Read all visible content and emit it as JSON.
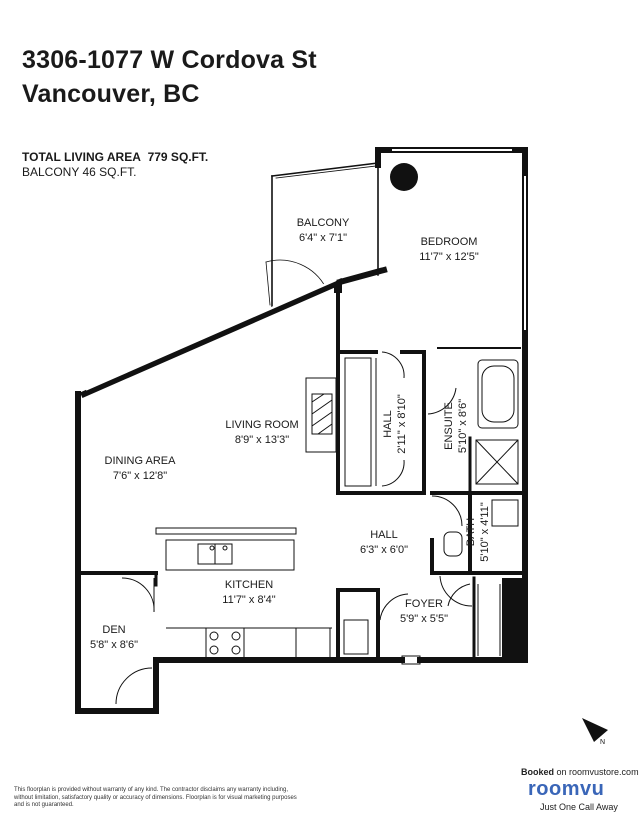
{
  "header": {
    "address_line1": "3306-1077 W Cordova St",
    "address_line2": "Vancouver, BC"
  },
  "areas": {
    "total_label": "TOTAL  LIVING AREA",
    "total_value": "779 SQ.FT.",
    "balcony_line": "BALCONY 46  SQ.FT."
  },
  "rooms": {
    "balcony": {
      "name": "BALCONY",
      "dims": "6'4\" x 7'1\""
    },
    "bedroom": {
      "name": "BEDROOM",
      "dims": "11'7\" x 12'5\""
    },
    "living": {
      "name": "LIVING ROOM",
      "dims": "8'9\" x 13'3\""
    },
    "hall1": {
      "name": "HALL",
      "dims": "2'11\" x 8'10\""
    },
    "ensuite": {
      "name": "ENSUITE",
      "dims": "5'10\" x 8'6\""
    },
    "dining": {
      "name": "DINING AREA",
      "dims": "7'6\" x 12'8\""
    },
    "hall2": {
      "name": "HALL",
      "dims": "6'3\" x 6'0\""
    },
    "bath": {
      "name": "BATH",
      "dims": "5'10\" x 4'11\""
    },
    "kitchen": {
      "name": "KITCHEN",
      "dims": "11'7\" x 8'4\""
    },
    "den": {
      "name": "DEN",
      "dims": "5'8\" x 8'6\""
    },
    "foyer": {
      "name": "FOYER",
      "dims": "5'9\" x 5'5\""
    }
  },
  "compass": {
    "label": "N"
  },
  "footer": {
    "disclaimer": "This floorplan is provided without warranty of any kind. The contractor disclaims any warranty including, without limitation, satisfactory quality or accuracy of dimensions. Floorplan is for visual marketing purposes and is not guaranteed.",
    "booked_prefix": "Booked",
    "booked_suffix": "on roomvustore.com",
    "brand": "roomvu",
    "tagline": "Just  One Call Away"
  }
}
